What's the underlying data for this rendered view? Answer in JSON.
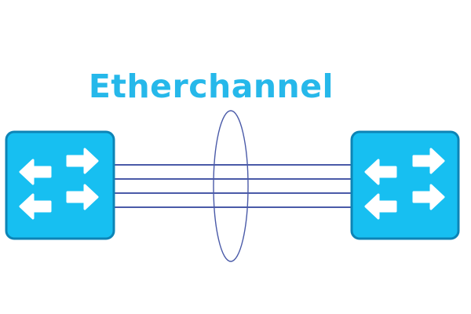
{
  "diagram": {
    "title": "Etherchannel",
    "colors": {
      "switch_fill": "#17bff1",
      "switch_border": "#0d84b6",
      "arrow": "#ffffff",
      "link": "#4a5aa8",
      "bundle_ellipse": "#4a5aa8",
      "title": "#26b8ea"
    },
    "nodes": [
      {
        "id": "switch-left",
        "icon": "switch-icon"
      },
      {
        "id": "switch-right",
        "icon": "switch-icon"
      }
    ],
    "links": [
      {
        "from": "switch-left",
        "to": "switch-right"
      },
      {
        "from": "switch-left",
        "to": "switch-right"
      },
      {
        "from": "switch-left",
        "to": "switch-right"
      },
      {
        "from": "switch-left",
        "to": "switch-right"
      }
    ],
    "bundle": {
      "shape": "ellipse",
      "groups_links": 4
    }
  }
}
